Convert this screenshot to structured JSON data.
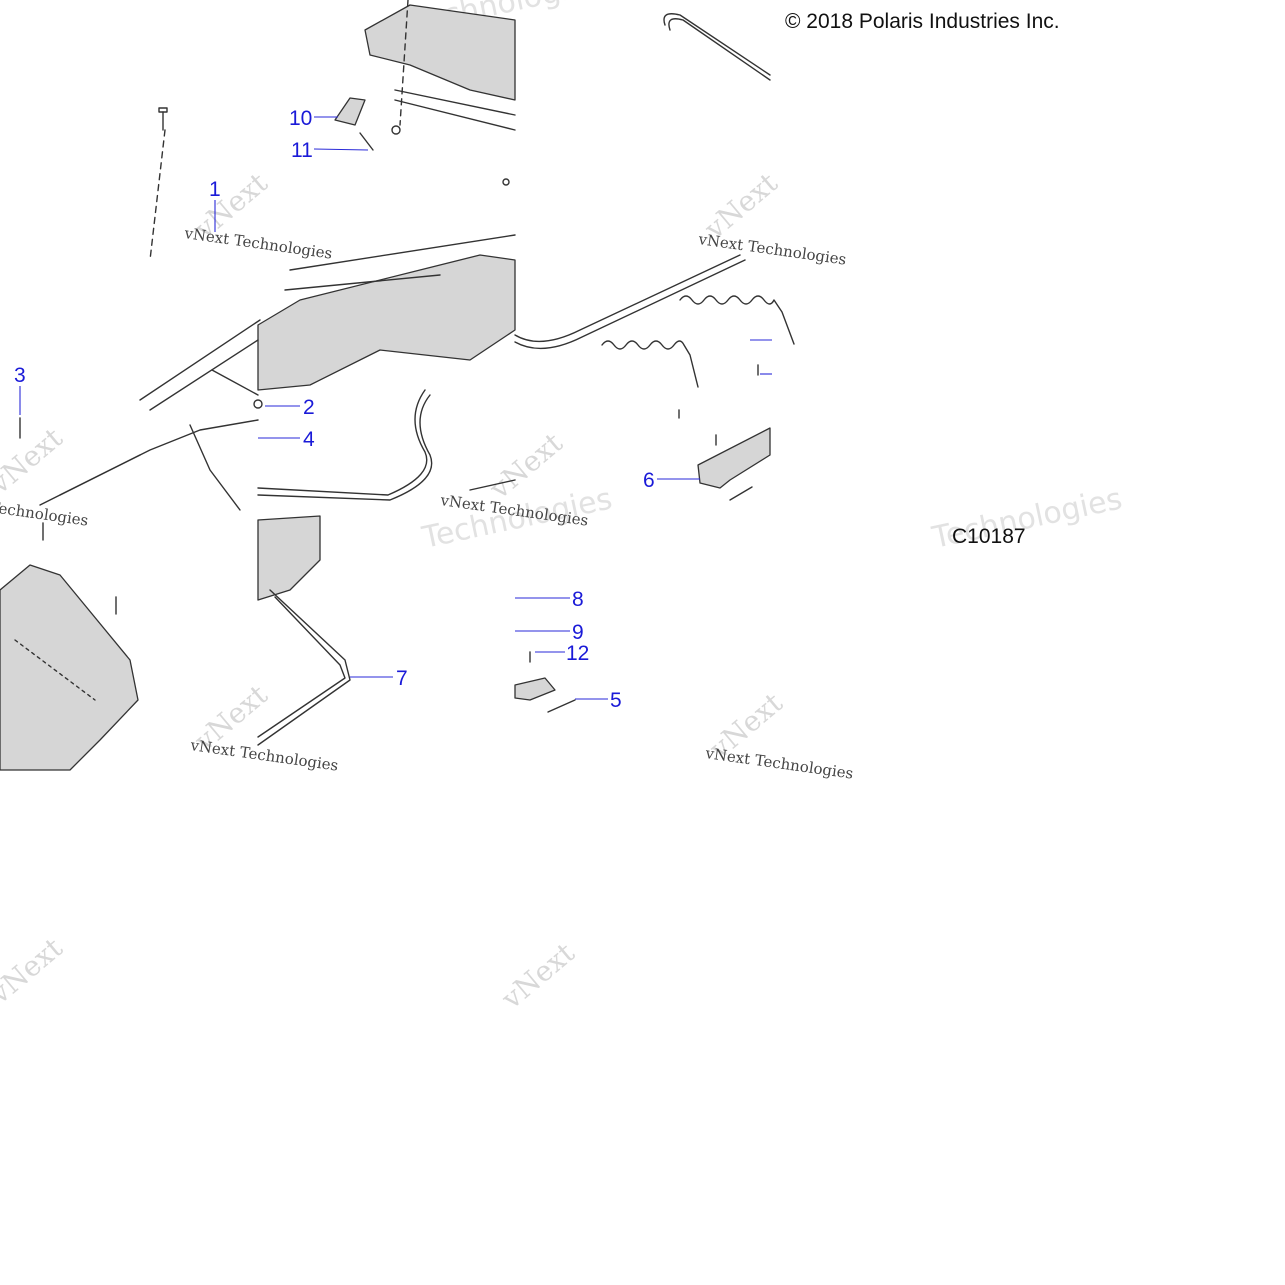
{
  "copyright": "© 2018 Polaris Industries Inc.",
  "drawing_number": "C10187",
  "watermark": {
    "brand": "vNext",
    "company": "vNext Technologies",
    "tech": "Technologies"
  },
  "callouts": [
    {
      "id": "1",
      "label": "1"
    },
    {
      "id": "2",
      "label": "2"
    },
    {
      "id": "3",
      "label": "3"
    },
    {
      "id": "4",
      "label": "4"
    },
    {
      "id": "5",
      "label": "5"
    },
    {
      "id": "6",
      "label": "6"
    },
    {
      "id": "7",
      "label": "7"
    },
    {
      "id": "8",
      "label": "8"
    },
    {
      "id": "9",
      "label": "9"
    },
    {
      "id": "10",
      "label": "10"
    },
    {
      "id": "11",
      "label": "11"
    },
    {
      "id": "12",
      "label": "12"
    }
  ],
  "colors": {
    "callout": "#1a1ad8",
    "line": "#333333",
    "shade": "#d6d6d6"
  }
}
